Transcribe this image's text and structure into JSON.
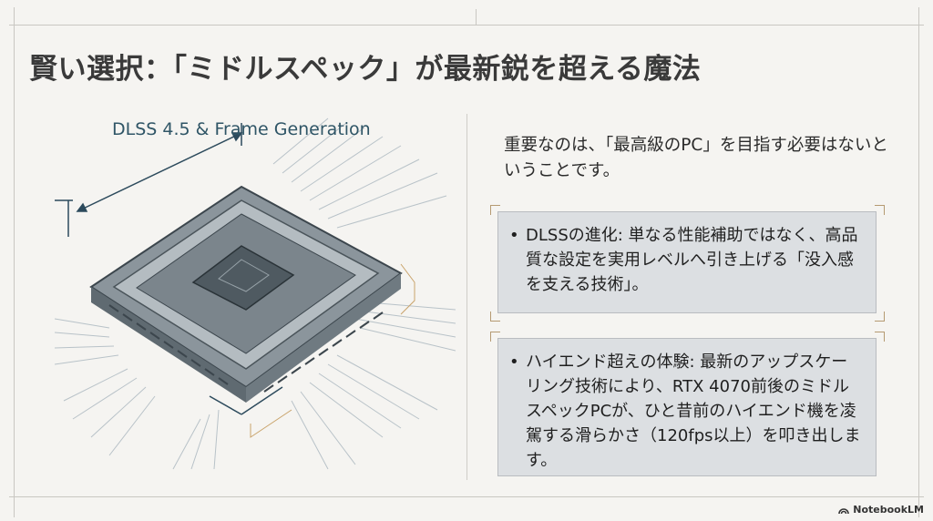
{
  "title": "賢い選択：「ミドルスペック」が最新鋭を超える魔法",
  "figure": {
    "label": "DLSS 4.5 & Frame Generation"
  },
  "intro": "重要なのは、「最高級のPC」を目指す必要はないということです。",
  "points": [
    {
      "bullet": "•",
      "text": "DLSSの進化: 単なる性能補助ではなく、高品質な設定を実用レベルへ引き上げる「没入感を支える技術」。"
    },
    {
      "bullet": "•",
      "text": "ハイエンド超えの体験: 最新のアップスケーリング技術により、RTX 4070前後のミドルスペックPCが、ひと昔前のハイエンド機を凌駕する滑らかさ（120fps以上）を叩き出します。"
    }
  ],
  "branding": {
    "name": "NotebookLM"
  }
}
